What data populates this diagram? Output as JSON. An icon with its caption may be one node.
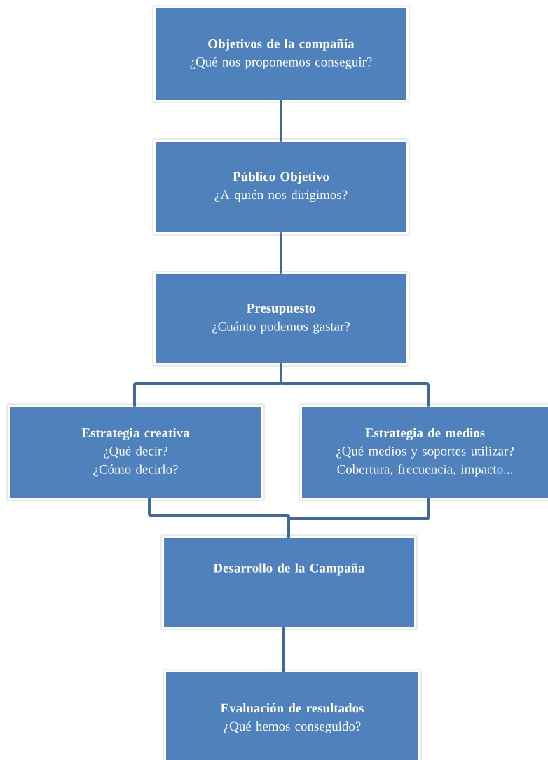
{
  "diagram": {
    "nodes": [
      {
        "text": [
          "Objetivos de la compañía",
          "¿Qué nos proponemos conseguir?"
        ]
      },
      {
        "text": [
          "Público Objetivo",
          "¿A quién nos dirigimos?"
        ]
      },
      {
        "text": [
          "Presupuesto",
          "¿Cuánto podemos gastar?"
        ]
      },
      {
        "text": [
          "Estrategia creativa",
          "¿Qué decir?",
          "¿Cómo decirlo?"
        ]
      },
      {
        "text": [
          "Estrategia de medios",
          "¿Qué medios y soportes utilizar?",
          "Cobertura, frecuencia, impacto..."
        ]
      },
      {
        "text": [
          "Desarrollo de la Campaña"
        ]
      },
      {
        "text": [
          "Evaluación de resultados",
          "¿Qué hemos conseguido?"
        ]
      }
    ],
    "edges": [
      {
        "from": 0,
        "to": 1,
        "arrow": "none"
      },
      {
        "from": 1,
        "to": 2,
        "arrow": "none"
      },
      {
        "from": 2,
        "to": 3,
        "arrow": "none"
      },
      {
        "from": 2,
        "to": 4,
        "arrow": "none"
      },
      {
        "from": 3,
        "to": 5,
        "arrow": "none"
      },
      {
        "from": 4,
        "to": 5,
        "arrow": "none"
      },
      {
        "from": 5,
        "to": 6,
        "arrow": "none"
      }
    ]
  }
}
